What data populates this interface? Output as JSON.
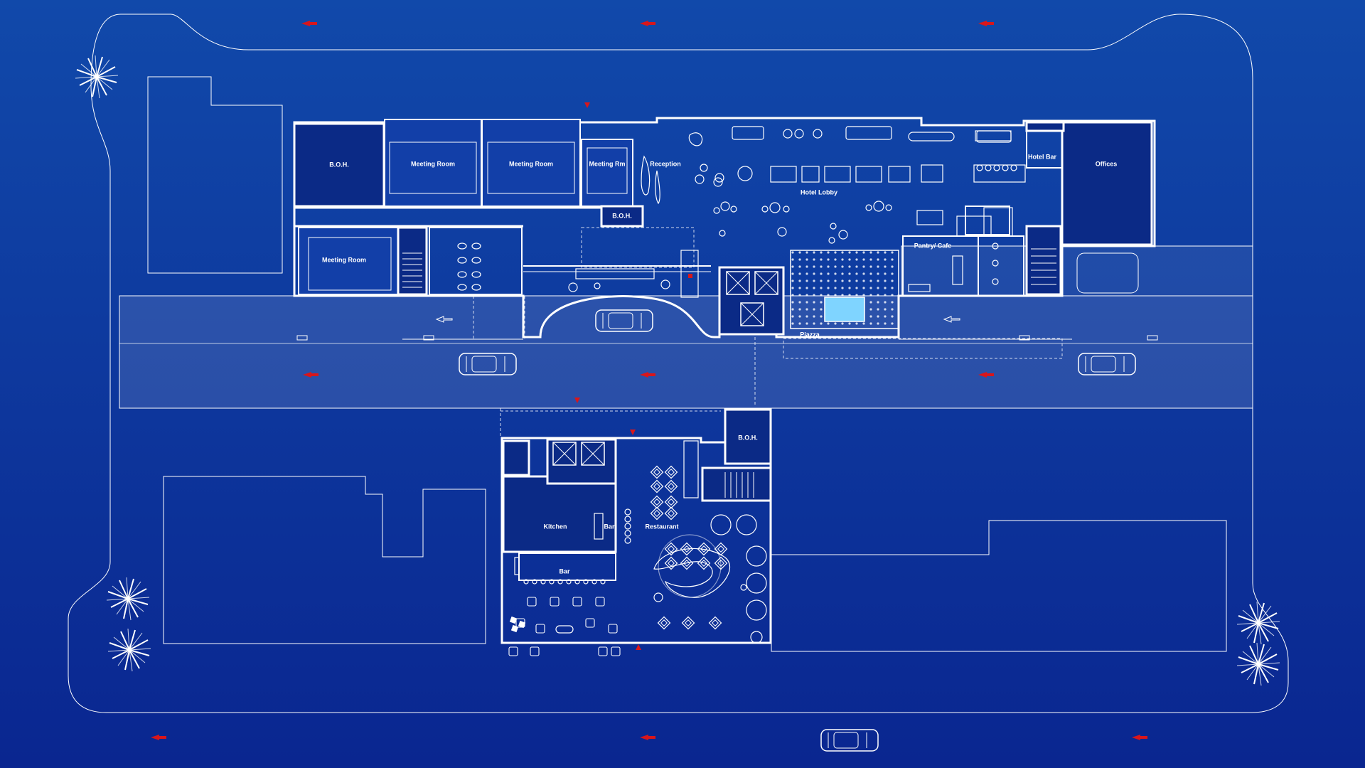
{
  "rooms": {
    "boh_top": "B.O.H.",
    "meeting_room_1": "Meeting Room",
    "meeting_room_2": "Meeting Room",
    "meeting_rm_small": "Meeting Rm",
    "reception": "Reception",
    "boh_reception": "B.O.H.",
    "hotel_lobby": "Hotel Lobby",
    "hotel_bar": "Hotel Bar",
    "offices": "Offices",
    "meeting_room_lower": "Meeting Room",
    "pantry_cafe": "Pantry/ Cafe",
    "piazza": "Piazza",
    "boh_lower": "B.O.H.",
    "kitchen": "Kitchen",
    "bar_small": "Bar",
    "restaurant": "Restaurant",
    "bar_lower": "Bar"
  },
  "colors": {
    "background_top": "#1047a8",
    "background_bottom": "#0a2690",
    "room_fill": "#0b2a86",
    "line": "#ffffff",
    "flow_arrow": "#d8161b",
    "pool": "#7fd4ff"
  },
  "icons": {
    "palm_tree": "palm-tree-icon",
    "car": "car-icon",
    "flow_arrow": "traffic-arrow-icon",
    "elevator": "elevator-icon",
    "stair": "stair-icon"
  }
}
